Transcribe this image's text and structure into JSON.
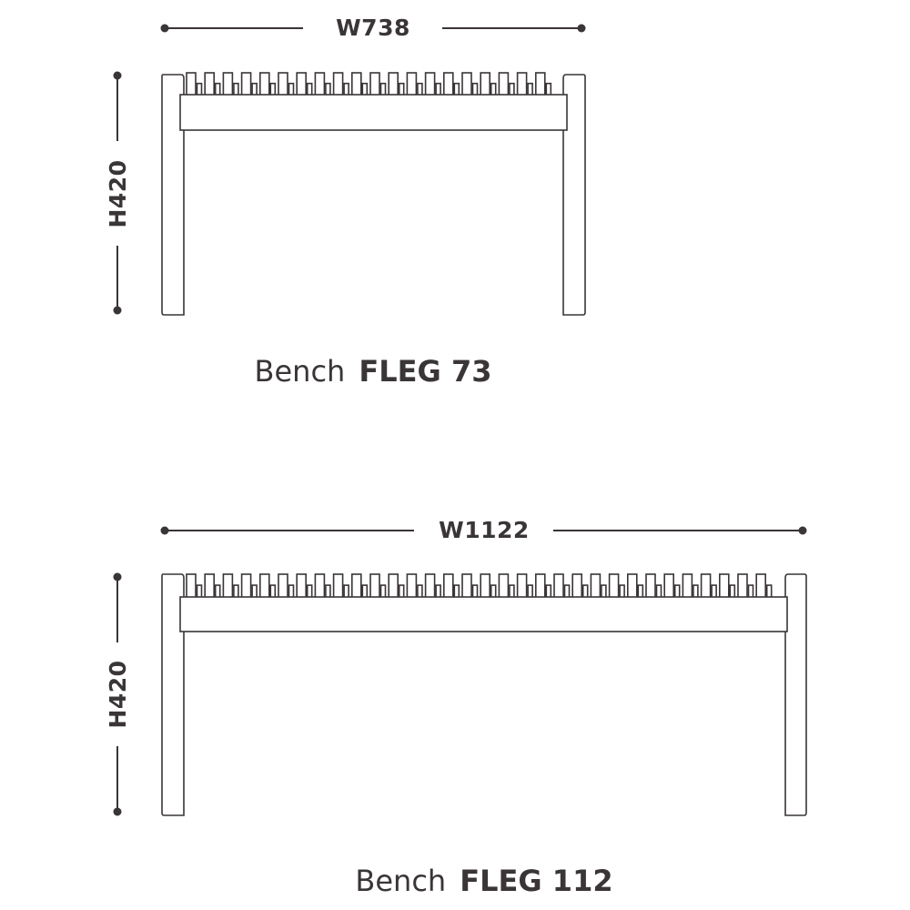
{
  "colors": {
    "ink": "#3a3536",
    "background": "#ffffff"
  },
  "benches": [
    {
      "width_label": "W738",
      "height_label": "H420",
      "caption_prefix": "Bench",
      "caption_model": "FLEG 73"
    },
    {
      "width_label": "W1122",
      "height_label": "H420",
      "caption_prefix": "Bench",
      "caption_model": "FLEG 112"
    }
  ]
}
